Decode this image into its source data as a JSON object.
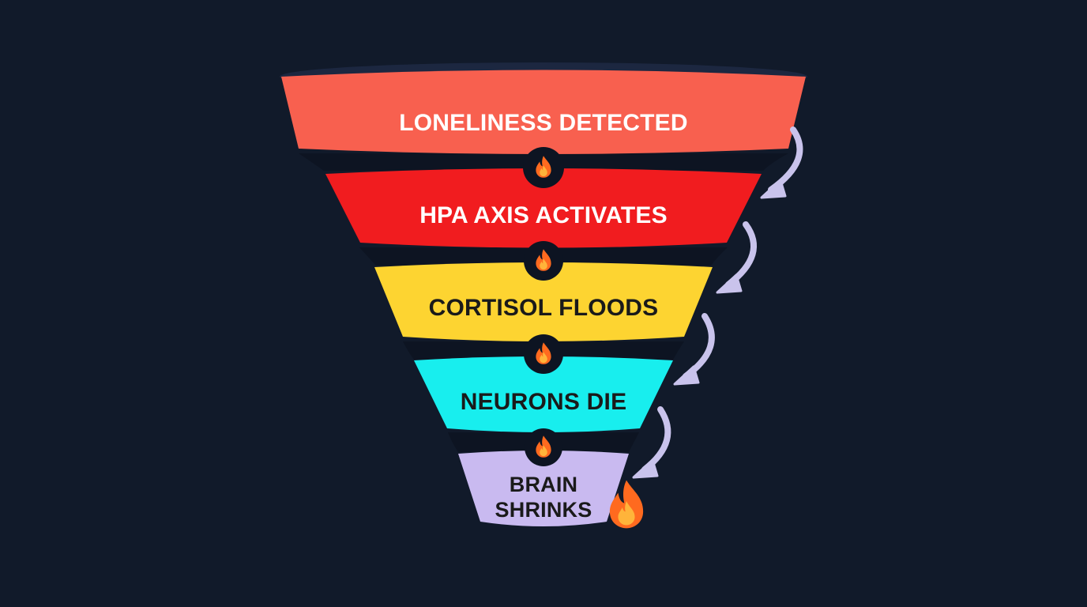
{
  "funnel": {
    "rim_color": "#1c2740",
    "connector_color": "#0d1422",
    "arrow_color": "#c9c3ec",
    "flame_outer": "#ff6a1f",
    "flame_inner": "#ffb43a",
    "stages": [
      {
        "label": "LONELINESS DETECTED",
        "fill": "#f8604f",
        "text_color": "#ffffff"
      },
      {
        "label": "HPA AXIS ACTIVATES",
        "fill": "#f11c1f",
        "text_color": "#ffffff"
      },
      {
        "label": "CORTISOL FLOODS",
        "fill": "#fdd431",
        "text_color": "#1a1a1a"
      },
      {
        "label": "NEURONS DIE",
        "fill": "#18eeee",
        "text_color": "#1a1a1a"
      },
      {
        "label_line1": "BRAIN",
        "label_line2": "SHRINKS",
        "fill": "#c9baf0",
        "text_color": "#1a1a1a"
      }
    ],
    "connector_icons": [
      "flame-icon",
      "flame-icon",
      "flame-icon",
      "flame-icon"
    ],
    "end_icon": "flame-icon"
  }
}
